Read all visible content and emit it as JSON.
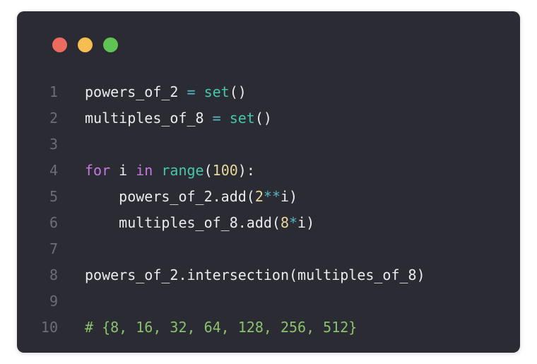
{
  "page": {
    "background": "#ffffff"
  },
  "window": {
    "background": "#2b2c33",
    "traffic_lights": [
      {
        "name": "close-button",
        "color": "#ed6a5f"
      },
      {
        "name": "minimize-button",
        "color": "#f6be50"
      },
      {
        "name": "zoom-button",
        "color": "#5fc454"
      }
    ]
  },
  "editor": {
    "language": "python",
    "line_number_color": "#6b6e78",
    "token_colors": {
      "plain": "#e9ebee",
      "keyword": "#c678dd",
      "builtin": "#45c7a8",
      "operator": "#56b6c2",
      "number": "#e7d79b",
      "comment": "#8bc16d"
    },
    "lines": [
      {
        "number": "1",
        "tokens": [
          [
            "plain",
            "powers_of_2 "
          ],
          [
            "operator",
            "="
          ],
          [
            "plain",
            " "
          ],
          [
            "builtin",
            "set"
          ],
          [
            "plain",
            "()"
          ]
        ]
      },
      {
        "number": "2",
        "tokens": [
          [
            "plain",
            "multiples_of_8 "
          ],
          [
            "operator",
            "="
          ],
          [
            "plain",
            " "
          ],
          [
            "builtin",
            "set"
          ],
          [
            "plain",
            "()"
          ]
        ]
      },
      {
        "number": "3",
        "tokens": []
      },
      {
        "number": "4",
        "tokens": [
          [
            "keyword",
            "for"
          ],
          [
            "plain",
            " i "
          ],
          [
            "keyword",
            "in"
          ],
          [
            "plain",
            " "
          ],
          [
            "builtin",
            "range"
          ],
          [
            "plain",
            "("
          ],
          [
            "number",
            "100"
          ],
          [
            "plain",
            "):"
          ]
        ]
      },
      {
        "number": "5",
        "tokens": [
          [
            "plain",
            "    powers_of_2.add("
          ],
          [
            "number",
            "2"
          ],
          [
            "operator",
            "**"
          ],
          [
            "plain",
            "i)"
          ]
        ]
      },
      {
        "number": "6",
        "tokens": [
          [
            "plain",
            "    multiples_of_8.add("
          ],
          [
            "number",
            "8"
          ],
          [
            "operator",
            "*"
          ],
          [
            "plain",
            "i)"
          ]
        ]
      },
      {
        "number": "7",
        "tokens": []
      },
      {
        "number": "8",
        "tokens": [
          [
            "plain",
            "powers_of_2.intersection(multiples_of_8)"
          ]
        ]
      },
      {
        "number": "9",
        "tokens": []
      },
      {
        "number": "10",
        "tokens": [
          [
            "comment",
            "# {8, 16, 32, 64, 128, 256, 512}"
          ]
        ]
      }
    ]
  }
}
